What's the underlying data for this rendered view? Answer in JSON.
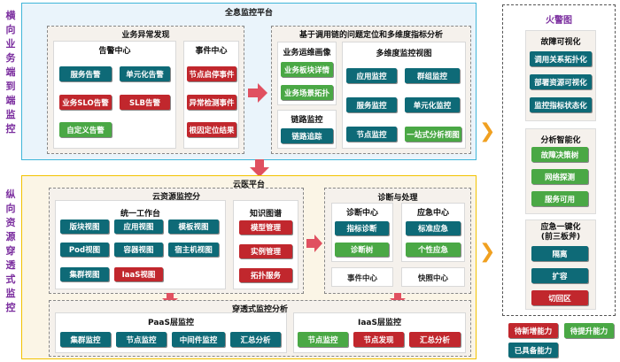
{
  "left_vertical_top": "横向业务端到端监控",
  "left_vertical_bottom": "纵向资源穿透式监控",
  "top_panel": {
    "title": "全息监控平台",
    "business": {
      "title": "业务异常发现",
      "alert_center": {
        "title": "告警中心",
        "items": [
          "服务告警",
          "单元化告警",
          "业务SLO告警",
          "SLB告警",
          "自定义告警"
        ]
      },
      "event_center": {
        "title": "事件中心",
        "items": [
          "节点启停事件",
          "异常检测事件",
          "根因定位结果"
        ]
      }
    },
    "analysis": {
      "title": "基于调用链的问题定位和多维度指标分析",
      "ops_image": {
        "title": "业务运维画像",
        "items": [
          "业务板块详情",
          "业务场景拓扑"
        ]
      },
      "multi_view": {
        "title": "多维度监控视图",
        "items": [
          "应用监控",
          "群组监控",
          "服务监控",
          "单元化监控",
          "节点监控",
          "一站式分析视图"
        ]
      },
      "link_monitor": {
        "title": "链路监控",
        "items": [
          "链路追踪"
        ]
      }
    }
  },
  "cloud_panel": {
    "title": "云医平台",
    "resource": {
      "title": "云资源监控分",
      "workbench": {
        "title": "统一工作台",
        "items": [
          "版块视图",
          "应用视图",
          "模板视图",
          "Pod视图",
          "容器视图",
          "宿主机视图",
          "集群视图",
          "IaaS视图"
        ]
      },
      "knowledge": {
        "title": "知识图谱",
        "items": [
          "模型管理",
          "实例管理",
          "拓扑服务"
        ]
      }
    },
    "diagnosis": {
      "title": "诊断与处理",
      "diag_center": {
        "title": "诊断中心",
        "items": [
          "指标诊断",
          "诊断树"
        ]
      },
      "emergency_center": {
        "title": "应急中心",
        "items": [
          "标准应急",
          "个性应急"
        ]
      },
      "event_center_label": "事件中心",
      "snapshot_label": "快照中心"
    },
    "penetration": {
      "title": "穿透式监控分析",
      "paas": {
        "title": "PaaS层监控",
        "items": [
          "集群监控",
          "节点监控",
          "中间件监控",
          "汇总分析"
        ]
      },
      "iaas": {
        "title": "IaaS层监控",
        "items": [
          "节点监控",
          "节点发现",
          "汇总分析"
        ]
      }
    }
  },
  "right_panel": {
    "title": "火警图",
    "fault_visual": {
      "title": "故障可视化",
      "items": [
        "调用关系拓扑化",
        "部署资源可视化",
        "监控指标状态化"
      ]
    },
    "analysis_smart": {
      "title": "分析智能化",
      "items": [
        "故障决策树",
        "网络探测",
        "服务可用"
      ]
    },
    "emergency": {
      "title": "应急一键化\n(前三板斧)",
      "items": [
        "隔离",
        "扩容",
        "切回区"
      ]
    }
  },
  "legend": {
    "items": [
      "待新增能力",
      "待提升能力",
      "已具备能力"
    ],
    "colors": [
      "#c1272d",
      "#4aa845",
      "#0e6a77"
    ]
  }
}
